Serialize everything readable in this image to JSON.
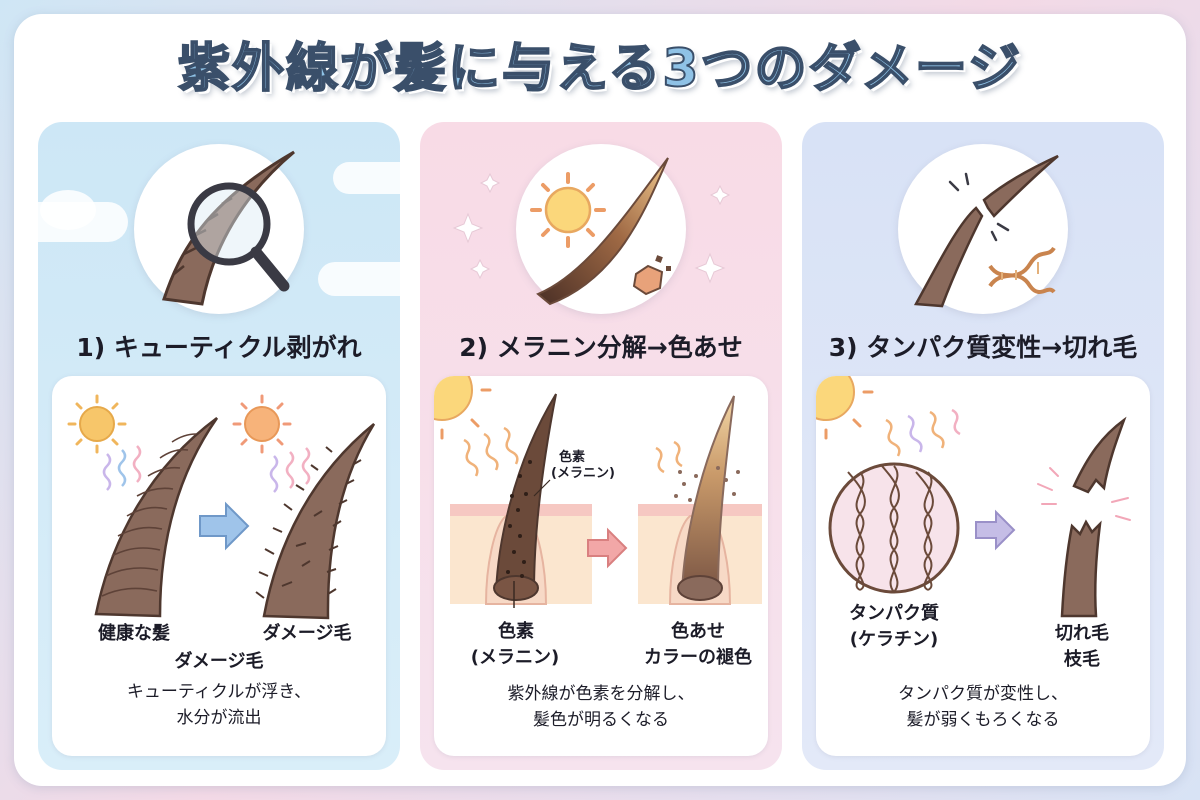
{
  "title": "紫外線が髪に与える3つのダメージ",
  "panels": [
    {
      "heading": "1) キューティクル剥がれ",
      "labels": {
        "left": "健康な髪",
        "right": "ダメージ毛",
        "sub": "ダメージ毛"
      },
      "caption": [
        "キューティクルが浮き、",
        "水分が流出"
      ]
    },
    {
      "heading": "2) メラニン分解→色あせ",
      "labels": {
        "pigment_small_1": "色素",
        "pigment_small_2": "(メラニン)",
        "left_1": "色素",
        "left_2": "(メラニン)",
        "right_1": "色あせ",
        "right_2": "カラーの褪色"
      },
      "caption": [
        "紫外線が色素を分解し、",
        "髪色が明るくなる"
      ]
    },
    {
      "heading": "3) タンパク質変性→切れ毛",
      "labels": {
        "left_1": "タンパク質",
        "left_2": "(ケラチン)",
        "right_1": "切れ毛",
        "right_2": "枝毛"
      },
      "caption": [
        "タンパク質が変性し、",
        "髪が弱くもろくなる"
      ]
    }
  ],
  "colors": {
    "hair": "#8a6a5c",
    "hair_dark": "#5e4238",
    "sun": "#f7c66a",
    "arrow_blue": "#9fc4ea",
    "arrow_pink": "#f2a7a7",
    "arrow_lavender": "#c5bde6"
  },
  "icons": [
    "magnifier-icon",
    "sun-icon",
    "sparkle-icon",
    "broken-hair-icon",
    "dna-icon"
  ]
}
